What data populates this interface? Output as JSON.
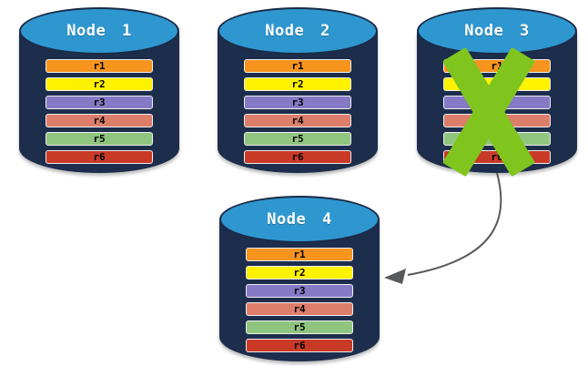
{
  "diagram": {
    "description": "Database replication diagram: records r1-r6 replicated across nodes; Node 3 failed and its data is recovered on Node 4",
    "colors": {
      "cylinder_body": "#1D2D4C",
      "cylinder_top": "#2F97D0"
    },
    "nodes": [
      {
        "label": "Node 1",
        "status": "active",
        "records": [
          {
            "label": "r1",
            "color": "#F7941E"
          },
          {
            "label": "r2",
            "color": "#FFF200"
          },
          {
            "label": "r3",
            "color": "#8679C6"
          },
          {
            "label": "r4",
            "color": "#DD7E6B"
          },
          {
            "label": "r5",
            "color": "#8FC57E"
          },
          {
            "label": "r6",
            "color": "#C93A26"
          }
        ]
      },
      {
        "label": "Node 2",
        "status": "active",
        "records": [
          {
            "label": "r1",
            "color": "#F7941E"
          },
          {
            "label": "r2",
            "color": "#FFF200"
          },
          {
            "label": "r3",
            "color": "#8679C6"
          },
          {
            "label": "r4",
            "color": "#DD7E6B"
          },
          {
            "label": "r5",
            "color": "#8FC57E"
          },
          {
            "label": "r6",
            "color": "#C93A26"
          }
        ]
      },
      {
        "label": "Node 3",
        "status": "failed",
        "records": [
          {
            "label": "r1",
            "color": "#F7941E"
          },
          {
            "label": "r2",
            "color": "#FFF200"
          },
          {
            "label": "r3",
            "color": "#8679C6"
          },
          {
            "label": "r4",
            "color": "#DD7E6B"
          },
          {
            "label": "r5",
            "color": "#8FC57E"
          },
          {
            "label": "r6",
            "color": "#C93A26"
          }
        ]
      },
      {
        "label": "Node 4",
        "status": "active",
        "records": [
          {
            "label": "r1",
            "color": "#F7941E"
          },
          {
            "label": "r2",
            "color": "#FFF200"
          },
          {
            "label": "r3",
            "color": "#8679C6"
          },
          {
            "label": "r4",
            "color": "#DD7E6B"
          },
          {
            "label": "r5",
            "color": "#8FC57E"
          },
          {
            "label": "r6",
            "color": "#C93A26"
          }
        ]
      }
    ],
    "failure_marker": {
      "node": "Node 3",
      "icon": "x-mark-icon",
      "color": "#80C41E"
    },
    "arrow": {
      "from": "Node 3",
      "to": "Node 4",
      "color": "#58595B"
    }
  }
}
